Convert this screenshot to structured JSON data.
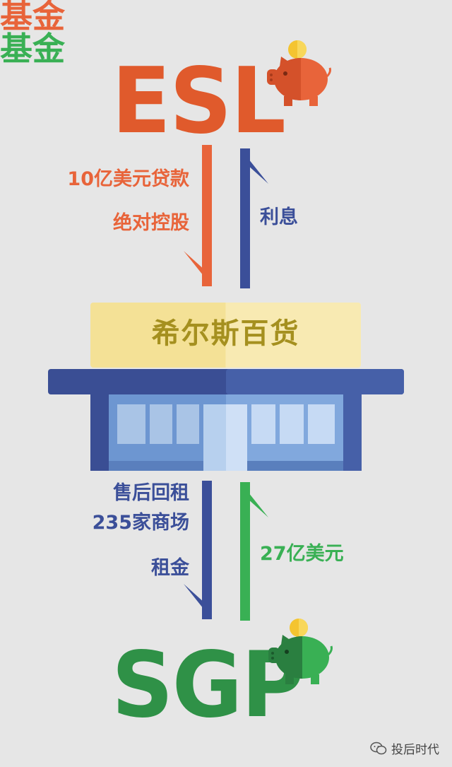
{
  "top_fund": {
    "name": "ESL",
    "suffix": "基金"
  },
  "bottom_fund": {
    "name": "SGP",
    "suffix": "基金"
  },
  "top_flows": {
    "down_label_1": "10亿美元贷款",
    "down_label_2": "绝对控股",
    "up_label": "利息"
  },
  "store": {
    "name": "希尔斯百货"
  },
  "bottom_flows": {
    "down_label_1": "售后回租",
    "down_label_2": "235家商场",
    "down_label_3": "租金",
    "up_label": "27亿美元"
  },
  "watermark": {
    "text": "投后时代"
  },
  "colors": {
    "orange": "#e8643a",
    "orange_dark": "#d4512a",
    "navy": "#3b4f99",
    "green": "#39b054",
    "green_dark": "#2a7f40",
    "gold": "#f4c430",
    "store_sign": "#f4e196",
    "background": "#e6e6e6"
  },
  "icons": [
    "piggy-bank-icon",
    "coin-icon",
    "storefront-icon",
    "wechat-icon"
  ]
}
